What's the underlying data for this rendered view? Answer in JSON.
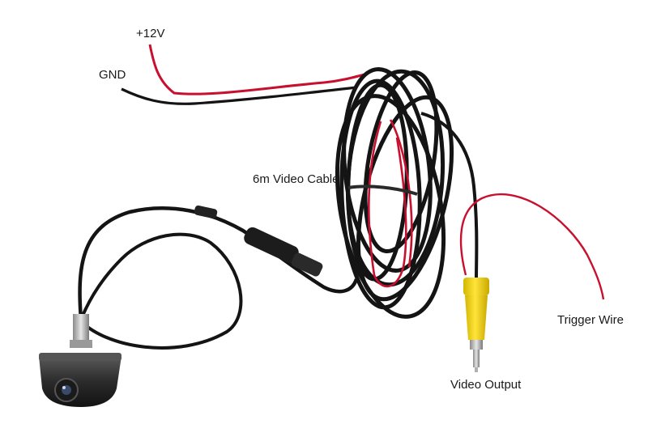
{
  "labels": {
    "power": "+12V",
    "ground": "GND",
    "cable": "6m Video Cable",
    "trigger": "Trigger Wire",
    "video_output": "Video Output"
  },
  "colors": {
    "background": "#ffffff",
    "cable_black": "#141414",
    "wire_red": "#c8102e",
    "rca_yellow": "#f2d20a",
    "camera_body": "#3a3a3a"
  }
}
